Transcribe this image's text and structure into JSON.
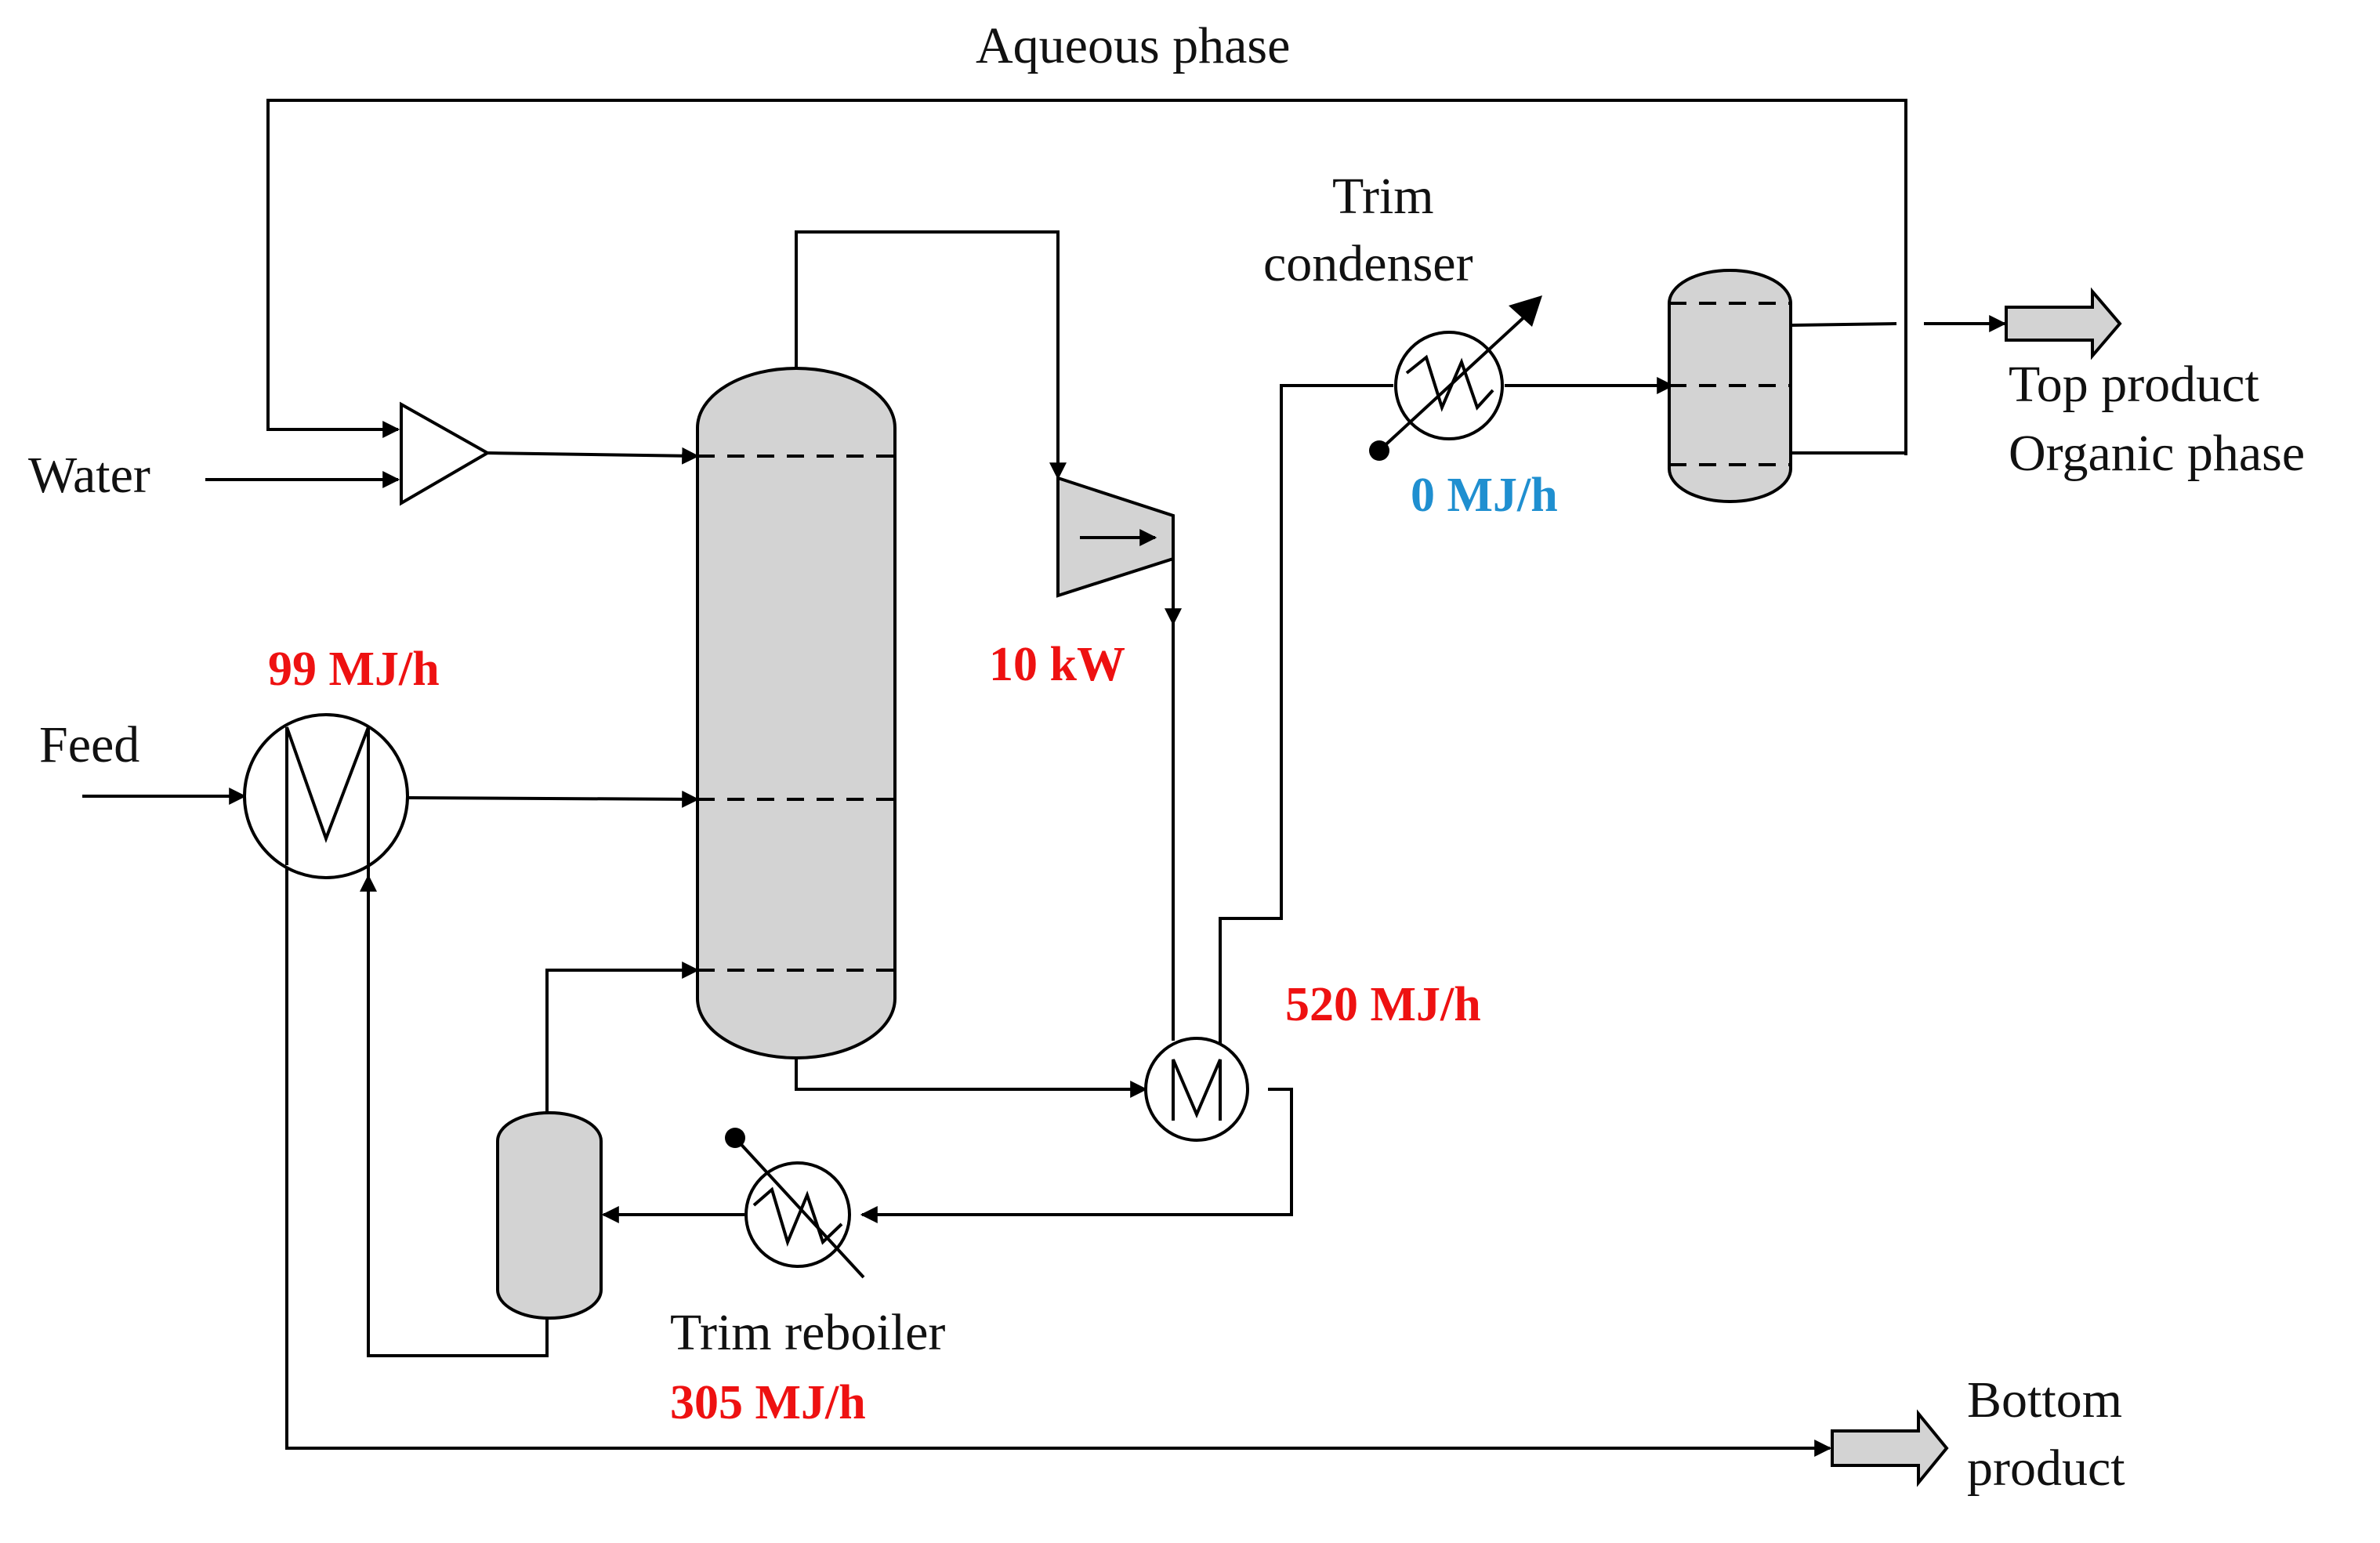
{
  "labels": {
    "aqueous_phase": "Aqueous phase",
    "trim_condenser_line1": "Trim",
    "trim_condenser_line2": "condenser",
    "water": "Water",
    "feed": "Feed",
    "top_product_line1": "Top product",
    "top_product_line2": "Organic phase",
    "trim_reboiler": "Trim reboiler",
    "bottom_product_line1": "Bottom",
    "bottom_product_line2": "product"
  },
  "duties": {
    "feed_heater": "99 MJ/h",
    "compressor": "10 kW",
    "trim_condenser": "0 MJ/h",
    "reboiler_exchanger": "520 MJ/h",
    "trim_reboiler": "305 MJ/h"
  },
  "colors": {
    "duty_red": "#ee1111",
    "duty_blue": "#1f8fd0",
    "equipment_fill": "#d3d3d3",
    "line": "#000000"
  }
}
